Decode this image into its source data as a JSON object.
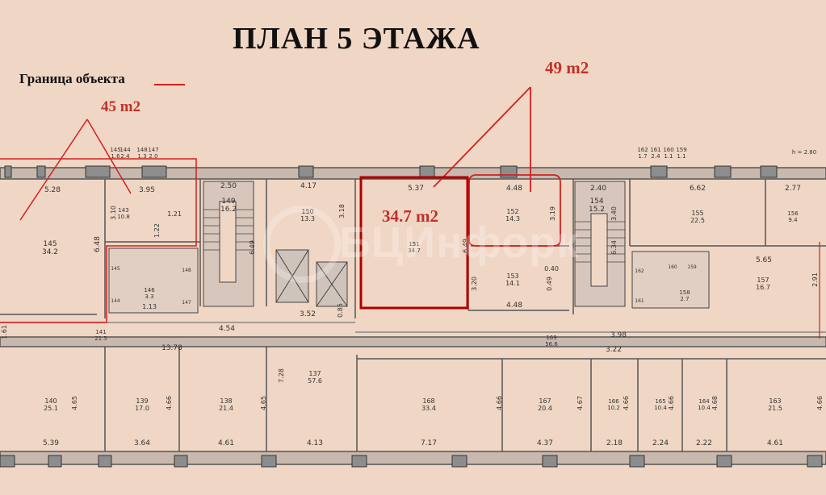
{
  "title": "ПЛАН 5 ЭТАЖА",
  "legend": {
    "label": "Граница объекта",
    "color": "#d02020"
  },
  "areas": {
    "west": "45 m2",
    "east": "49 m2",
    "center": "34.7 m2"
  },
  "watermark": "БЦИнфорк",
  "north_level": "h = 2.80",
  "rooms": [
    {
      "id": "145",
      "area": "34.2"
    },
    {
      "id": "143",
      "area": "10.8"
    },
    {
      "id": "145",
      "area": ""
    },
    {
      "id": "146",
      "area": "3.3"
    },
    {
      "id": "144",
      "area": ""
    },
    {
      "id": "148",
      "area": ""
    },
    {
      "id": "147",
      "area": ""
    },
    {
      "id": "149",
      "area": "16.2"
    },
    {
      "id": "150",
      "area": "13.3"
    },
    {
      "id": "151",
      "area": "34.7"
    },
    {
      "id": "152",
      "area": "14.3"
    },
    {
      "id": "153",
      "area": "14.1"
    },
    {
      "id": "154",
      "area": "15.2"
    },
    {
      "id": "155",
      "area": "22.5"
    },
    {
      "id": "156",
      "area": "9.4"
    },
    {
      "id": "157",
      "area": "16.7"
    },
    {
      "id": "158",
      "area": "2.7"
    },
    {
      "id": "159",
      "area": ""
    },
    {
      "id": "160",
      "area": ""
    },
    {
      "id": "161",
      "area": ""
    },
    {
      "id": "162",
      "area": ""
    },
    {
      "id": "141",
      "area": "21.5"
    },
    {
      "id": "169",
      "area": "56.6"
    },
    {
      "id": "140",
      "area": "25.1"
    },
    {
      "id": "139",
      "area": "17.0"
    },
    {
      "id": "138",
      "area": "21.4"
    },
    {
      "id": "137",
      "area": "57.6"
    },
    {
      "id": "168",
      "area": "33.4"
    },
    {
      "id": "167",
      "area": "20.4"
    },
    {
      "id": "166",
      "area": "10.2"
    },
    {
      "id": "165",
      "area": "10.4"
    },
    {
      "id": "164",
      "area": "10.4"
    },
    {
      "id": "163",
      "area": "21.5"
    }
  ],
  "dims": [
    "5.28",
    "3.95",
    "3.10",
    "1.21",
    "1.22",
    "6.48",
    "2.50",
    "4.17",
    "3.18",
    "6.49",
    "5.37",
    "4.48",
    "3.19",
    "6.49",
    "3.20",
    "0.40",
    "0.49",
    "4.48",
    "2.40",
    "6.34",
    "6.62",
    "3.40",
    "2.77",
    "5.65",
    "2.91",
    "3.52",
    "0.85",
    "4.54",
    "1.61",
    "13.78",
    "7.28",
    "3.98",
    "3.22",
    "4.65",
    "4.66",
    "4.65",
    "4.66",
    "4.67",
    "4.66",
    "4.66",
    "4.68",
    "4.66",
    "5.39",
    "3.64",
    "4.61",
    "4.13",
    "7.17",
    "4.37",
    "2.18",
    "2.24",
    "2.22",
    "4.61",
    "1.13"
  ],
  "north_tags": {
    "left": [
      "145",
      "144",
      "148",
      "147"
    ],
    "left_vals": [
      "1.6",
      "2.4",
      "1.3",
      "2.0"
    ],
    "right": [
      "162",
      "161",
      "160",
      "159"
    ],
    "right_vals": [
      "1.7",
      "2.4",
      "1.1",
      "1.1"
    ]
  }
}
